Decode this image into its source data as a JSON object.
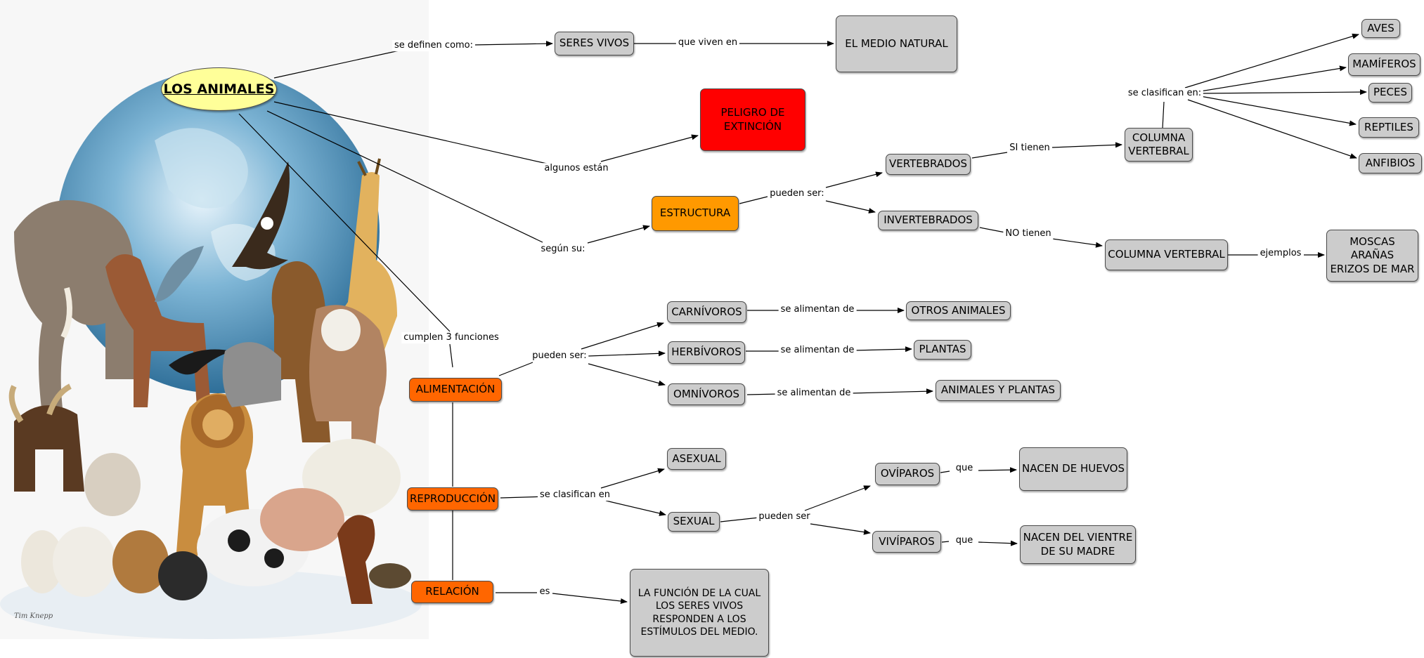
{
  "root": "LOS ANIMALES",
  "nodes": {
    "seres_vivos": "SERES VIVOS",
    "medio_natural": "EL MEDIO NATURAL",
    "peligro": "PELIGRO DE\nEXTINCIÓN",
    "estructura": "ESTRUCTURA",
    "vertebrados": "VERTEBRADOS",
    "invertebrados": "INVERTEBRADOS",
    "columna_vertebral_1": "COLUMNA\nVERTEBRAL",
    "columna_vertebral_2": "COLUMNA VERTEBRAL",
    "moscas": "MOSCAS\nARAÑAS\nERIZOS DE MAR",
    "aves": "AVES",
    "mamiferos": "MAMÍFEROS",
    "peces": "PECES",
    "reptiles": "REPTILES",
    "anfibios": "ANFIBIOS",
    "alimentacion": "ALIMENTACIÓN",
    "reproduccion": "REPRODUCCIÓN",
    "relacion": "RELACIÓN",
    "carnivoros": "CARNÍVOROS",
    "herbivoros": "HERBÍVOROS",
    "omnivoros": "OMNÍVOROS",
    "otros_animales": "OTROS ANIMALES",
    "plantas": "PLANTAS",
    "animales_plantas": "ANIMALES Y PLANTAS",
    "asexual": "ASEXUAL",
    "sexual": "SEXUAL",
    "oviparos": "OVÍPAROS",
    "viviparos": "VIVÍPAROS",
    "nacen_huevos": "NACEN DE HUEVOS",
    "nacen_vientre": "NACEN DEL VIENTRE\nDE SU MADRE",
    "funcion_relacion": "LA FUNCIÓN DE LA CUAL\nLOS SERES VIVOS\nRESPONDEN A LOS\nESTÍMULOS DEL MEDIO."
  },
  "links": {
    "se_definen": "se definen como:",
    "que_viven": "que viven en",
    "algunos": "algunos están",
    "segun": "según su:",
    "pueden_ser_1": "pueden ser:",
    "si_tienen": "SI tienen",
    "no_tienen": "NO tienen",
    "ejemplos": "ejemplos",
    "se_clasifican_1": "se clasifican en:",
    "cumplen": "cumplen 3 funciones",
    "pueden_ser_2": "pueden ser:",
    "se_alimentan_1": "se alimentan de",
    "se_alimentan_2": "se alimentan de",
    "se_alimentan_3": "se alimentan de",
    "se_clasifican_2": "se clasifican en",
    "pueden_ser_3": "pueden ser",
    "que_1": "que",
    "que_2": "que",
    "es": "es"
  },
  "signature": "Tim Knepp",
  "colors": {
    "root": "#ffff99",
    "concept": "#cccccc",
    "estructura": "#ff9900",
    "function": "#ff6600",
    "danger": "#ff0000",
    "line": "#000000"
  }
}
